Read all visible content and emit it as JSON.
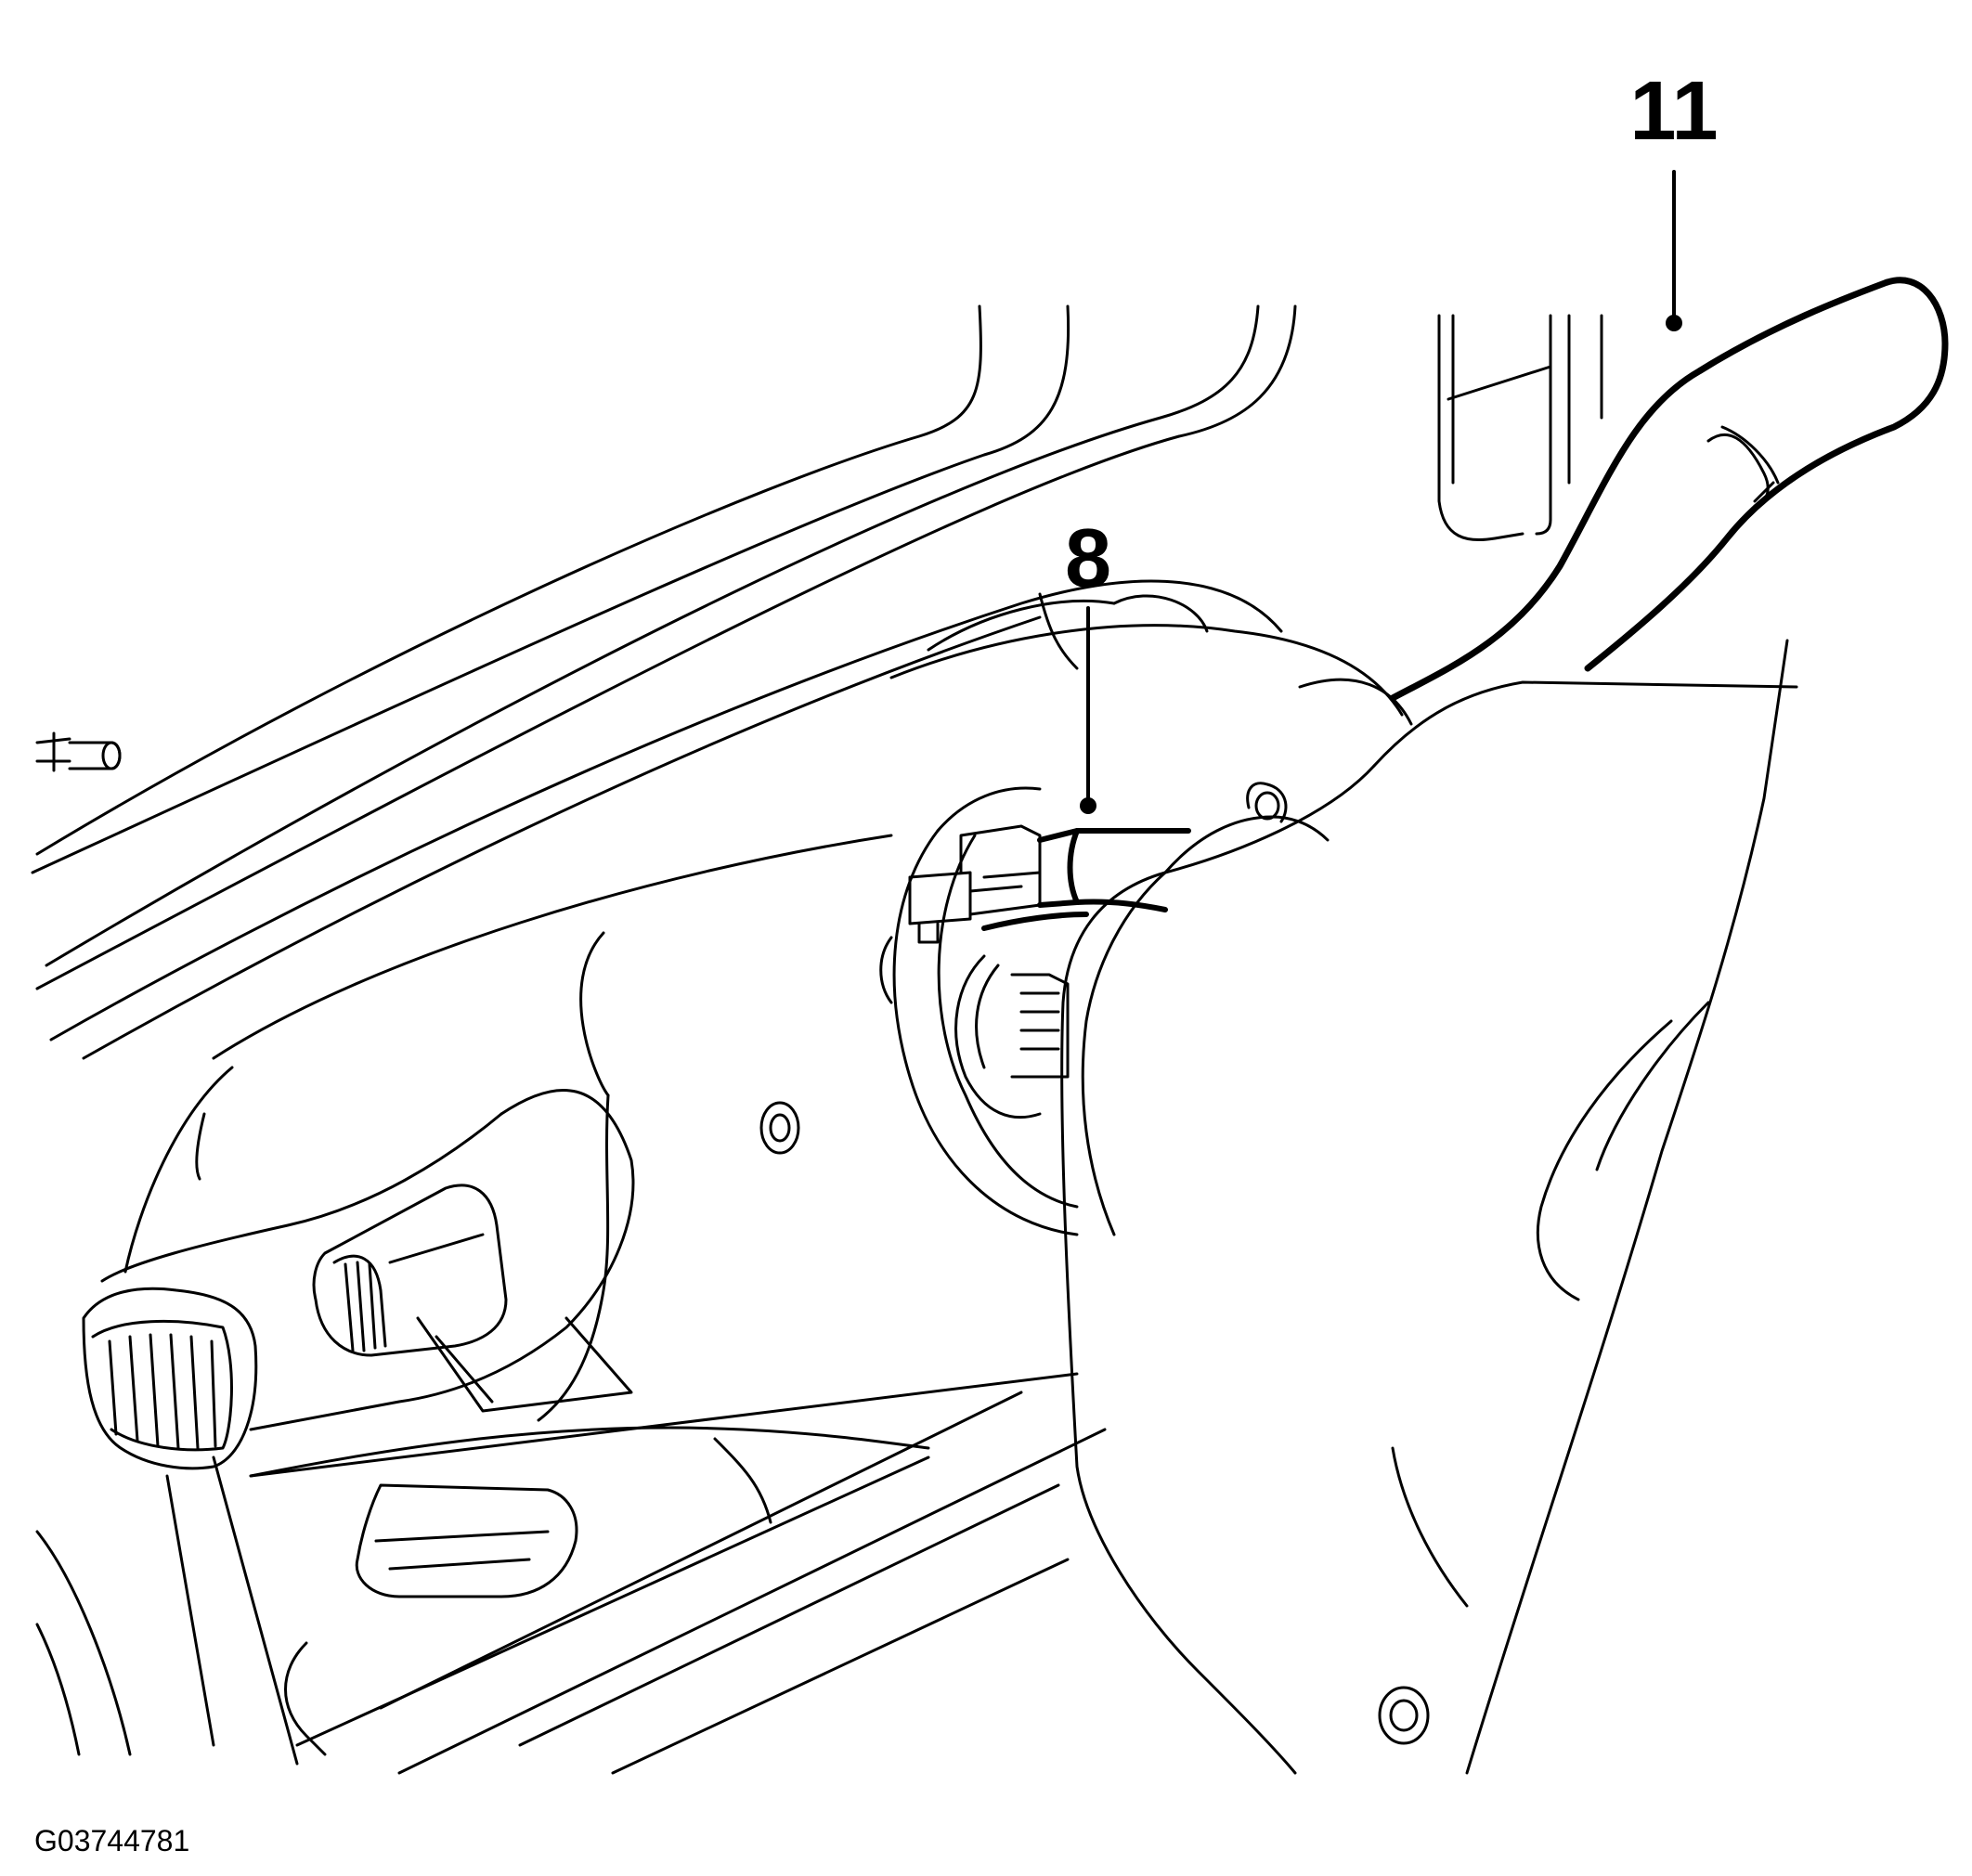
{
  "callouts": {
    "label_11": "11",
    "label_8": "8"
  },
  "figure_id": "G03744781",
  "colors": {
    "line": "#000000",
    "background": "#ffffff"
  }
}
